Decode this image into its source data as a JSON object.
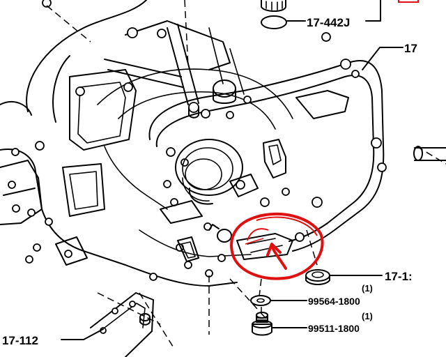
{
  "colors": {
    "line": "#000000",
    "markup": "#e01010",
    "background": "#ffffff"
  },
  "callouts": {
    "top_part": "17-442J",
    "top_right_part": "17",
    "right_part": "17-1:",
    "bottom_left_part": "17-112",
    "washer_part": "99564-1800",
    "washer_qty": "(1)",
    "plug_part": "99511-1800",
    "plug_qty": "(1)"
  },
  "markup": {
    "shape": "hand-drawn circle",
    "arrow": "curved arrow pointing at release fork"
  }
}
